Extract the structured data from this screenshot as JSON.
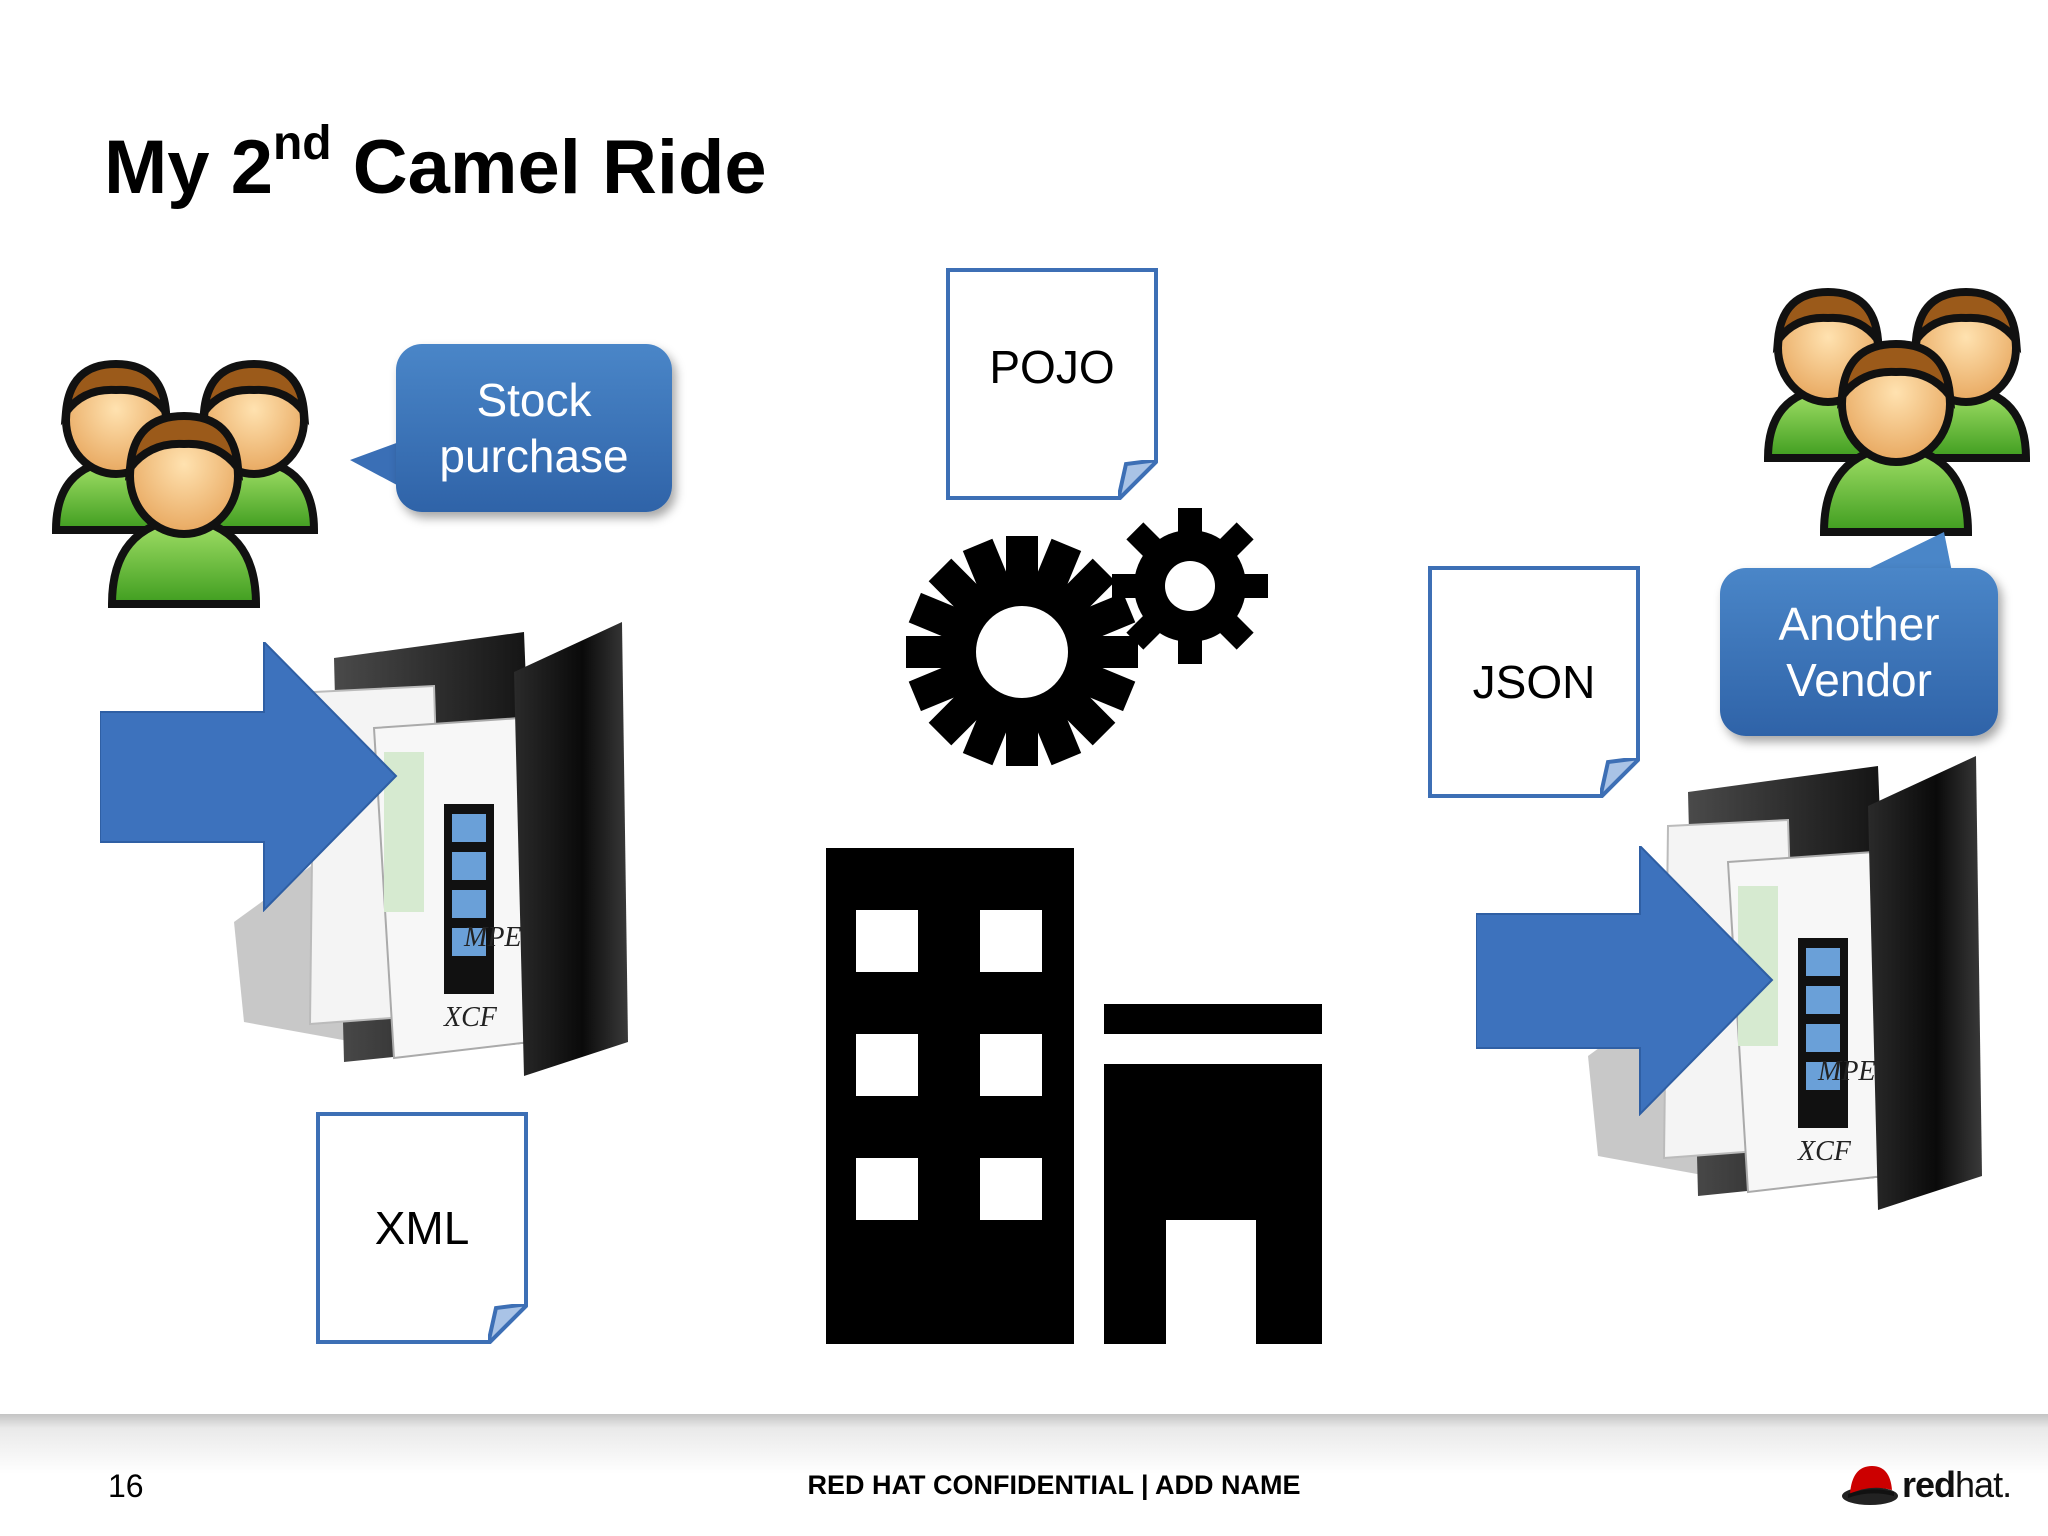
{
  "slide": {
    "title_main": "My 2",
    "title_sup": "nd",
    "title_rest": " Camel Ride",
    "page_number": "16",
    "footer_text": "RED HAT CONFIDENTIAL | ADD NAME"
  },
  "callouts": {
    "left_line1": "Stock",
    "left_line2": "purchase",
    "right_line1": "Another",
    "right_line2": "Vendor"
  },
  "documents": {
    "pojo": "POJO",
    "json": "JSON",
    "xml": "XML"
  },
  "icons": {
    "left_users": "users-group-icon",
    "right_users": "users-group-icon",
    "gears": "gears-icon",
    "building": "building-icon",
    "left_folder": "media-folder-icon",
    "right_folder": "media-folder-icon",
    "arrow": "arrow-right-icon"
  },
  "logo": {
    "word_bold": "red",
    "word_regular": "hat."
  },
  "colors": {
    "accent_blue": "#3d6fb5",
    "callout_blue": "#3a74bd",
    "logo_red": "#cc0000"
  }
}
